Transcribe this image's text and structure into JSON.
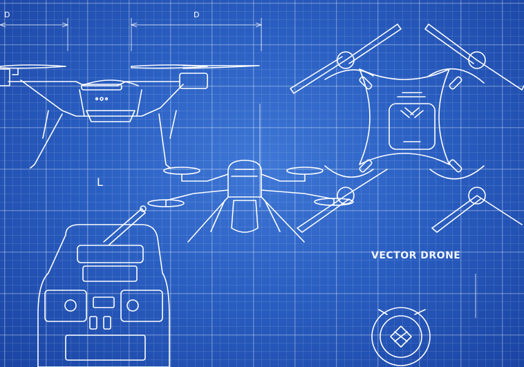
{
  "title": "VECTOR DRONE",
  "dimensions": {
    "left_label": "D",
    "right_label": "D",
    "length_label": "L"
  },
  "colors": {
    "background": "#2a5fc2",
    "line": "#ffffff",
    "grid": "rgba(255,255,255,0.2)"
  }
}
